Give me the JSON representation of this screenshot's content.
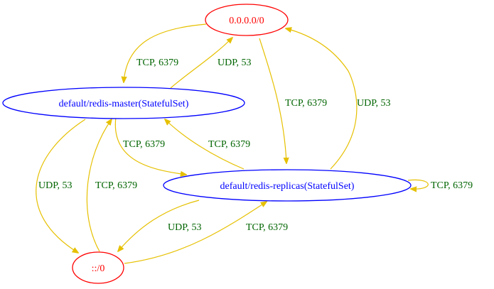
{
  "colors": {
    "external_node": "#ff0000",
    "internal_node": "#0000ff",
    "edge": "#e6c000",
    "edge_label": "#006400"
  },
  "nodes": {
    "ipv4_any": {
      "label": "0.0.0.0/0",
      "kind": "external"
    },
    "redis_master": {
      "label": "default/redis-master(StatefulSet)",
      "kind": "internal"
    },
    "redis_replicas": {
      "label": "default/redis-replicas(StatefulSet)",
      "kind": "internal"
    },
    "ipv6_any": {
      "label": "::/0",
      "kind": "external"
    }
  },
  "edges": [
    {
      "from": "ipv4_any",
      "to": "redis_master",
      "label": "TCP, 6379"
    },
    {
      "from": "redis_master",
      "to": "ipv4_any",
      "label": "UDP, 53"
    },
    {
      "from": "ipv4_any",
      "to": "redis_replicas",
      "label": "TCP, 6379"
    },
    {
      "from": "redis_replicas",
      "to": "ipv4_any",
      "label": "UDP, 53"
    },
    {
      "from": "redis_master",
      "to": "redis_replicas",
      "label": "TCP, 6379"
    },
    {
      "from": "redis_replicas",
      "to": "redis_master",
      "label": "TCP, 6379"
    },
    {
      "from": "redis_replicas",
      "to": "redis_replicas",
      "label": "TCP, 6379"
    },
    {
      "from": "redis_master",
      "to": "ipv6_any",
      "label": "UDP, 53"
    },
    {
      "from": "ipv6_any",
      "to": "redis_master",
      "label": "TCP, 6379"
    },
    {
      "from": "redis_replicas",
      "to": "ipv6_any",
      "label": "UDP, 53"
    },
    {
      "from": "ipv6_any",
      "to": "redis_replicas",
      "label": "TCP, 6379"
    }
  ]
}
